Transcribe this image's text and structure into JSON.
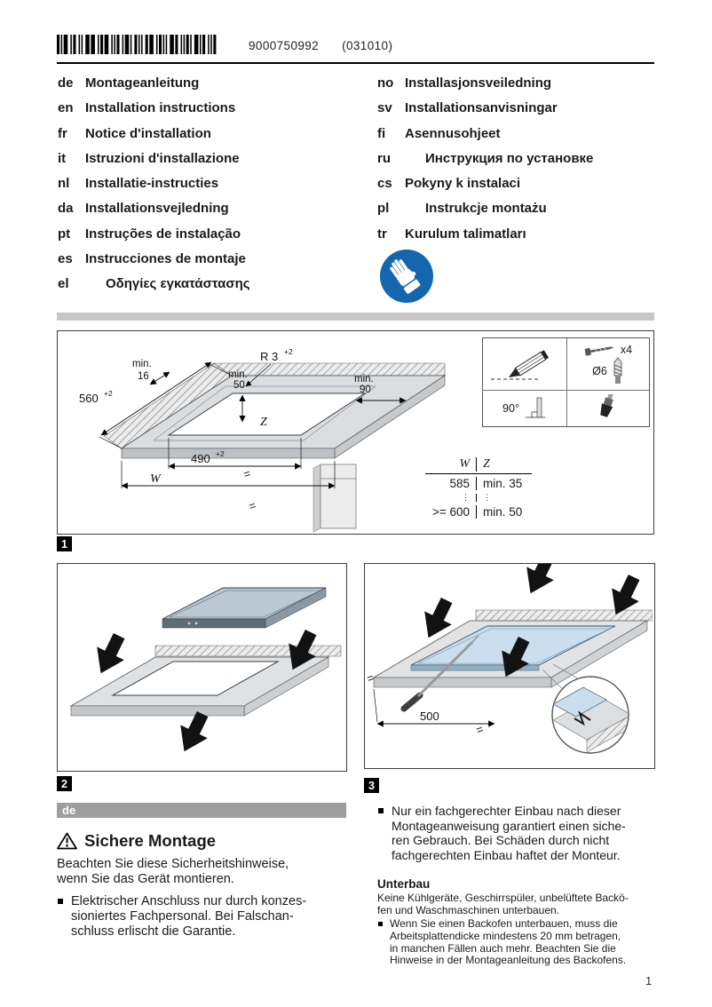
{
  "header": {
    "doc_number": "9000750992",
    "doc_code": "(031010)"
  },
  "languages": {
    "left": [
      {
        "code": "de",
        "label": "Montageanleitung"
      },
      {
        "code": "en",
        "label": "Installation instructions"
      },
      {
        "code": "fr",
        "label": "Notice d'installation"
      },
      {
        "code": "it",
        "label": "Istruzioni d'installazione"
      },
      {
        "code": "nl",
        "label": "Installatie-instructies"
      },
      {
        "code": "da",
        "label": "Installationsvejledning"
      },
      {
        "code": "pt",
        "label": "Instruções de instalação"
      },
      {
        "code": "es",
        "label": "Instrucciones de montaje"
      },
      {
        "code": "el",
        "label": "Οδηγίες εγκατάστασης"
      }
    ],
    "right": [
      {
        "code": "no",
        "label": "Installasjonsveiledning"
      },
      {
        "code": "sv",
        "label": "Installationsanvisningar"
      },
      {
        "code": "fi",
        "label": "Asennusohjeet"
      },
      {
        "code": "ru",
        "label": "Инструкция по установке"
      },
      {
        "code": "cs",
        "label": "Pokyny k instalaci"
      },
      {
        "code": "pl",
        "label": "Instrukcje montażu"
      },
      {
        "code": "tr",
        "label": "Kurulum talimatları"
      }
    ]
  },
  "icons": {
    "safety_badge": "wear-protective-gloves",
    "heading_icon": "warning-triangle"
  },
  "figure1": {
    "badge": "1",
    "labels": {
      "min": "min.",
      "v16": "16",
      "v50": "50",
      "v90": "90",
      "d560": "560",
      "d490": "490",
      "r3": "R 3",
      "sup": "+2",
      "w": "W",
      "z": "Z",
      "eq": "="
    },
    "table": {
      "rows": [
        [
          "585",
          "min. 35"
        ],
        [
          ">= 600",
          "min. 50"
        ]
      ],
      "ellipsis": "⋮"
    },
    "tools": {
      "screw_count": "x4",
      "drill_diameter": "Ø6",
      "angle": "90°"
    }
  },
  "figure2": {
    "badge": "2"
  },
  "figure3": {
    "badge": "3",
    "dim500": "500",
    "eq": "="
  },
  "content": {
    "lang_tag": "de",
    "safety": {
      "heading": "Sichere Montage",
      "intro": "Beachten Sie diese Sicherheitshinweise,\nwenn Sie das Gerät montieren.",
      "bullet_electrical": "Elektrischer Anschluss nur durch konzes-\nsioniertes Fachpersonal. Bei Falschan-\nschluss erlischt die Garantie.",
      "bullet_installation": "Nur ein fachgerechter Einbau nach dieser\nMontageanweisung garantiert einen siche-\nren Gebrauch. Bei Schäden durch nicht\nfachgerechten Einbau haftet der Monteur."
    },
    "unterbau": {
      "title": "Unterbau",
      "text": "Keine Kühlgeräte, Geschirrspüler, unbelüftete Backö-\nfen und Waschmaschinen unterbauen.",
      "bullet": "Wenn Sie einen Backofen unterbauen, muss die\nArbeitsplattendicke mindestens 20 mm betragen,\nin manchen Fällen auch mehr. Beachten Sie die\nHinweise in der Montageanleitung des Backofens."
    }
  },
  "page_number": "1",
  "colors": {
    "safety_blue": "#1467ae"
  }
}
